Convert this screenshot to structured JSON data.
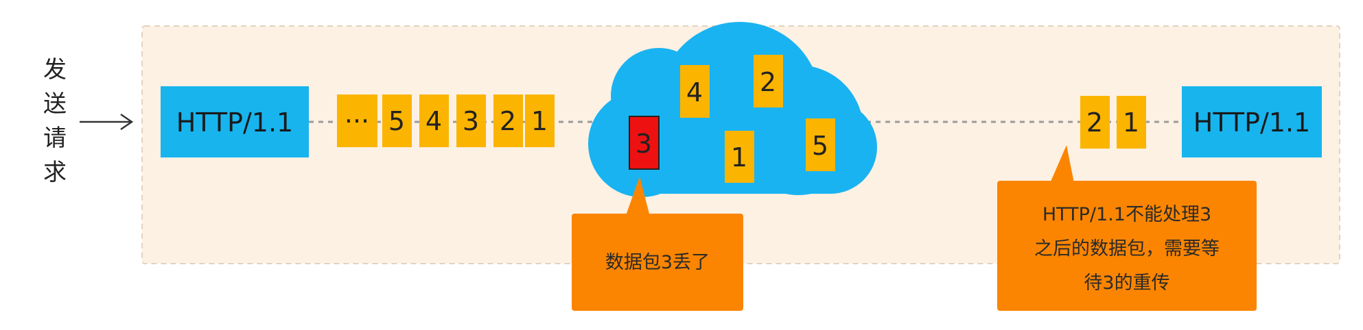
{
  "send_label": [
    "发",
    "送",
    "请",
    "求"
  ],
  "sender": {
    "label": "HTTP/1.1"
  },
  "receiver": {
    "label": "HTTP/1.1"
  },
  "queue": {
    "ellipsis": "···",
    "packets": [
      "5",
      "4",
      "3",
      "2",
      "1"
    ]
  },
  "cloud": {
    "packets": [
      "4",
      "2",
      "1",
      "5"
    ],
    "lost_packet": "3"
  },
  "received": {
    "packets": [
      "2",
      "1"
    ]
  },
  "notes": {
    "lost": "数据包3丢了",
    "blocked": [
      "HTTP/1.1不能处理3",
      "之后的数据包，需要等",
      "待3的重传"
    ]
  },
  "colors": {
    "panel_bg": "#fdf1e4",
    "panel_border": "#e3d2bf",
    "http_box": "#18b4ee",
    "packet": "#fbb400",
    "lost_packet": "#ee1111",
    "cloud": "#1ab3f1",
    "note": "#fb8500",
    "line": "#9a9a9a"
  }
}
